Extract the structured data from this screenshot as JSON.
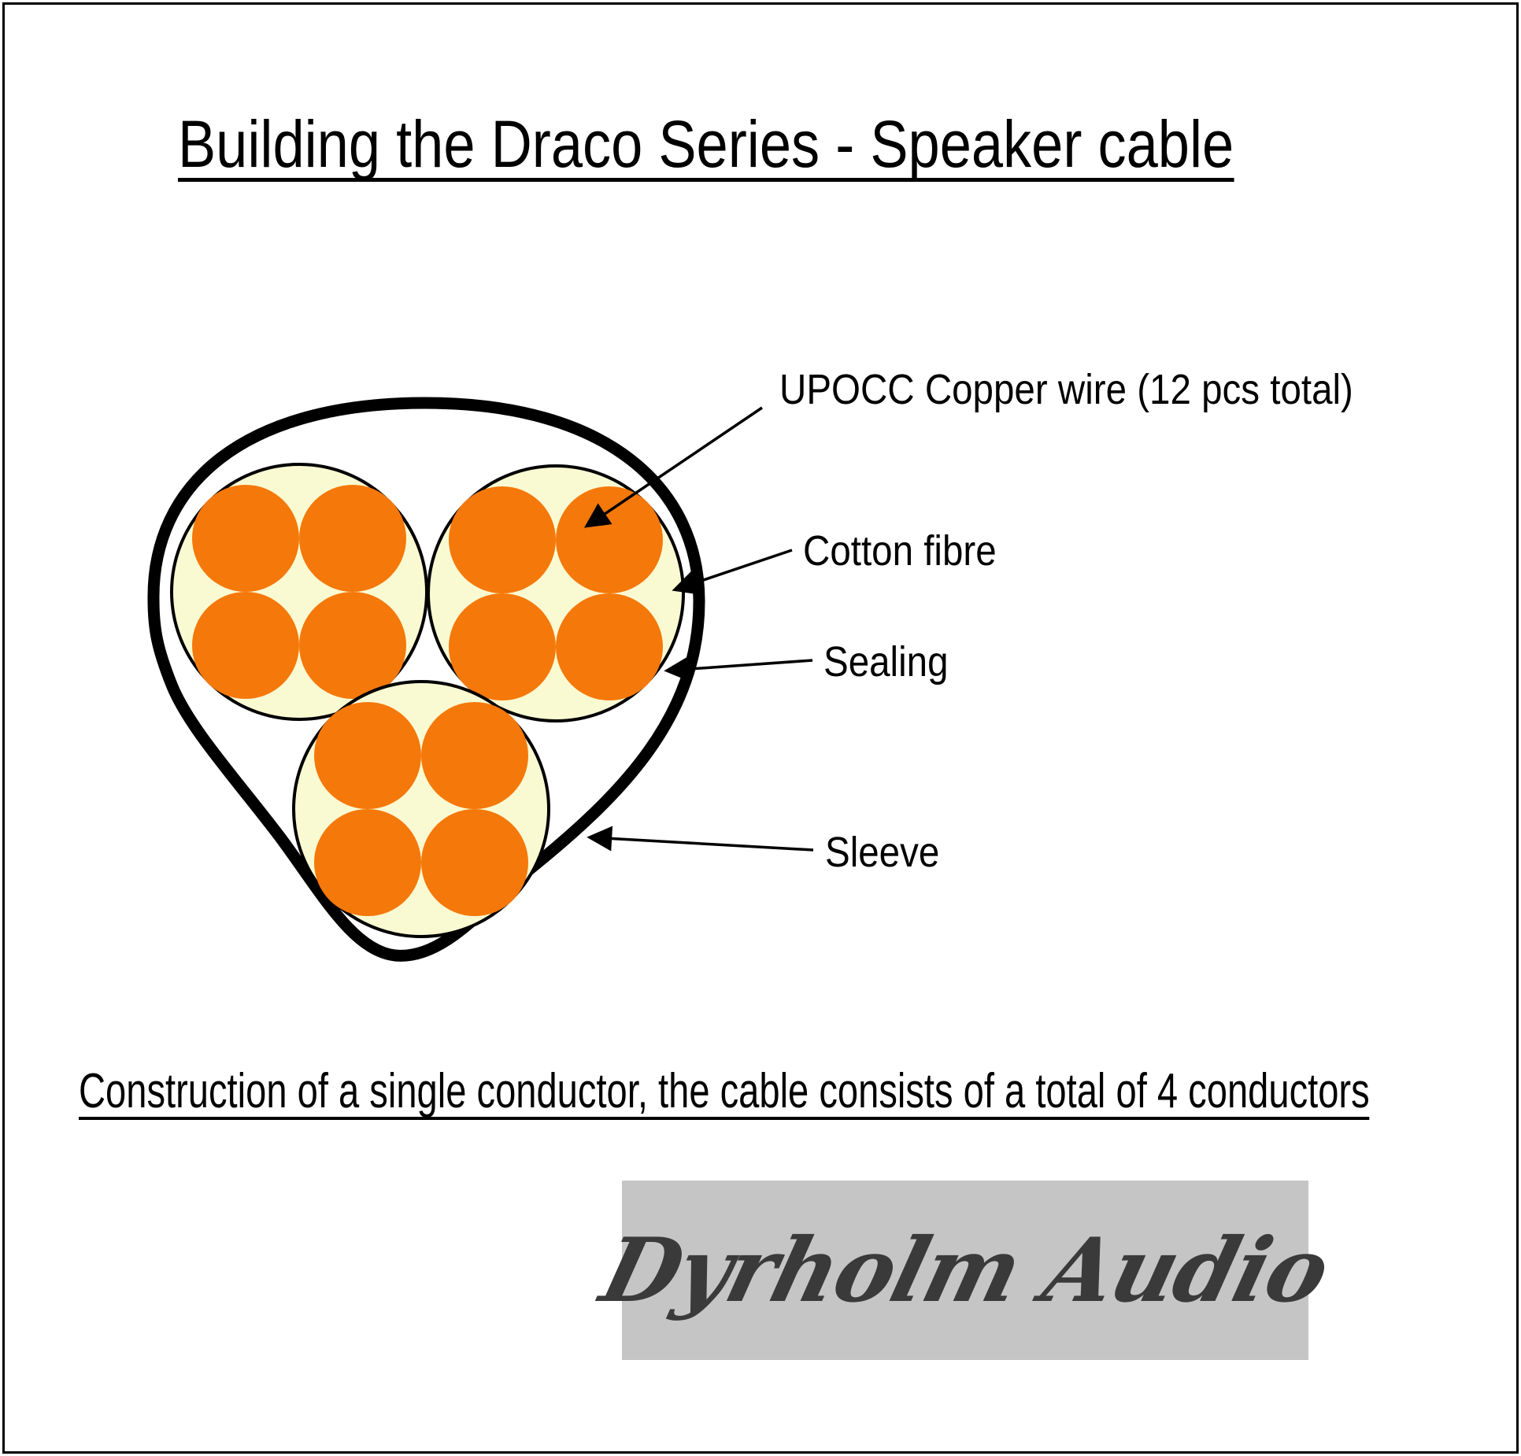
{
  "page": {
    "title": "Building the Draco Series - Speaker cable",
    "footnote": "Construction of a single conductor, the cable consists of a total of 4 conductors"
  },
  "diagram": {
    "labels": {
      "copper_wire": "UPOCC Copper wire (12 pcs total)",
      "cotton_fibre": "Cotton fibre",
      "sealing": "Sealing",
      "sleeve": "Sleeve"
    },
    "structure": {
      "conductors_shown": 1,
      "bundles_in_conductor": 3,
      "wires_per_bundle": 4,
      "total_wires": 12,
      "total_conductors_in_cable": 4
    },
    "colors": {
      "copper_wire": "#F5780A",
      "cotton_fill": "#FAFAD2",
      "outline": "#000000",
      "sleeve": "#000000"
    }
  },
  "logo": {
    "text": "Dyrholm Audio",
    "colors": {
      "box_bg": "#C5C5C5",
      "text": "#3a3a3a"
    }
  }
}
